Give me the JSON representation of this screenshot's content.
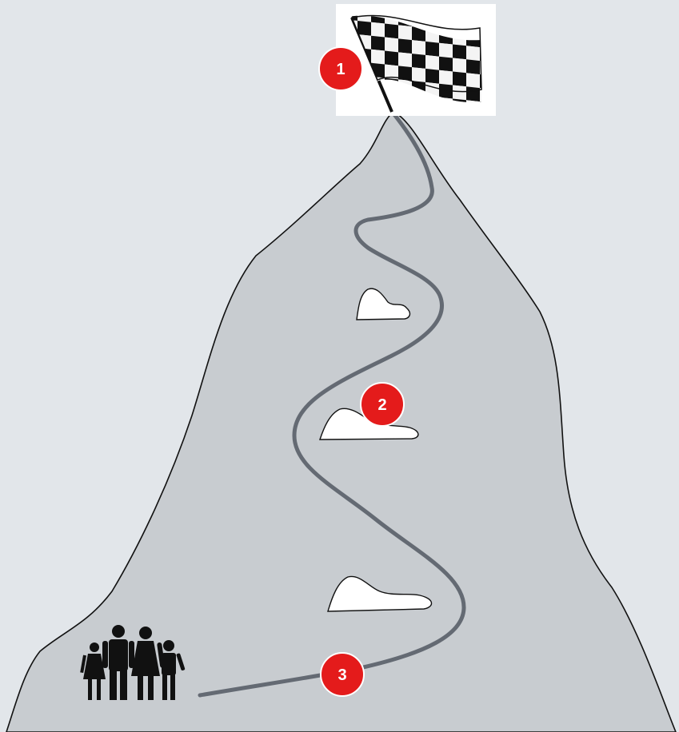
{
  "colors": {
    "background": "#e2e6ea",
    "mountain": "#c8ccd0",
    "outline": "#111111",
    "trail": "#646a73",
    "snow": "#ffffff",
    "marker": "#e41b1b",
    "flag_panel": "#ffffff",
    "flag_dark": "#111111",
    "flag_light": "#f4f4f4",
    "people": "#111111"
  },
  "icons": {
    "goal": "checkered-flag-icon",
    "start": "family-icon",
    "obstacle": "snow-patch-icon"
  },
  "markers": [
    {
      "label": "1"
    },
    {
      "label": "2"
    },
    {
      "label": "3"
    }
  ]
}
